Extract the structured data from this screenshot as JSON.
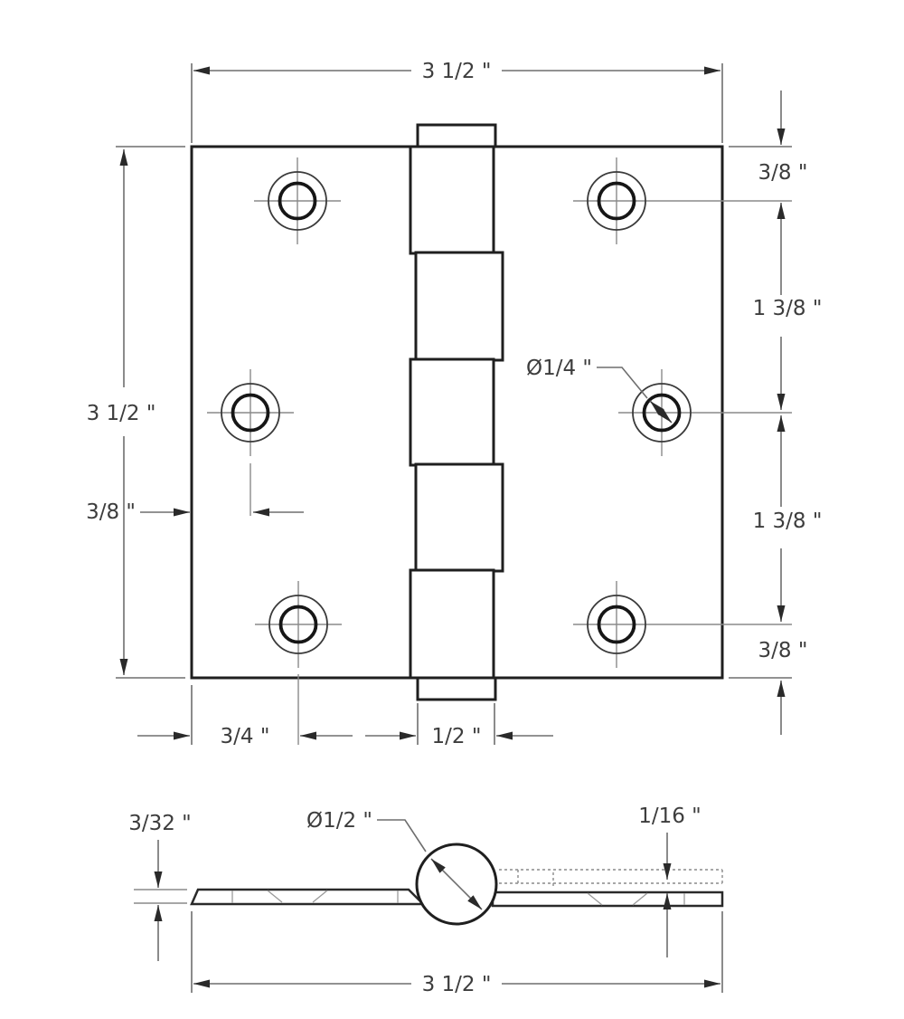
{
  "drawing_type": "butt-hinge dimensioned technical drawing",
  "colors": {
    "background": "#ffffff",
    "outline": "#1f1f1f",
    "dimension_line": "#6e6e6e",
    "centerline": "#8a8a8a",
    "text": "#3d3d3d",
    "arrowhead": "#2a2a2a"
  },
  "top_view": {
    "width_dim": "3 1/2 \"",
    "height_dim": "3 1/2 \"",
    "left_edge_to_hole_dim": "3/8 \"",
    "top_edge_to_hole_dim": "3/8 \"",
    "upper_hole_spacing_dim": "1 3/8 \"",
    "lower_hole_spacing_dim": "1 3/8 \"",
    "bottom_edge_to_hole_dim": "3/8 \"",
    "corner_hole_offset_dim": "3/4 \"",
    "knuckle_width_dim": "1/2 \"",
    "screw_hole_diameter_callout": "Ø1/4 \""
  },
  "side_view": {
    "leaf_thickness_dim": "3/32 \"",
    "barrel_diameter_callout": "Ø1/2 \"",
    "leaf_offset_dim": "1/16 \"",
    "width_dim": "3 1/2 \""
  }
}
